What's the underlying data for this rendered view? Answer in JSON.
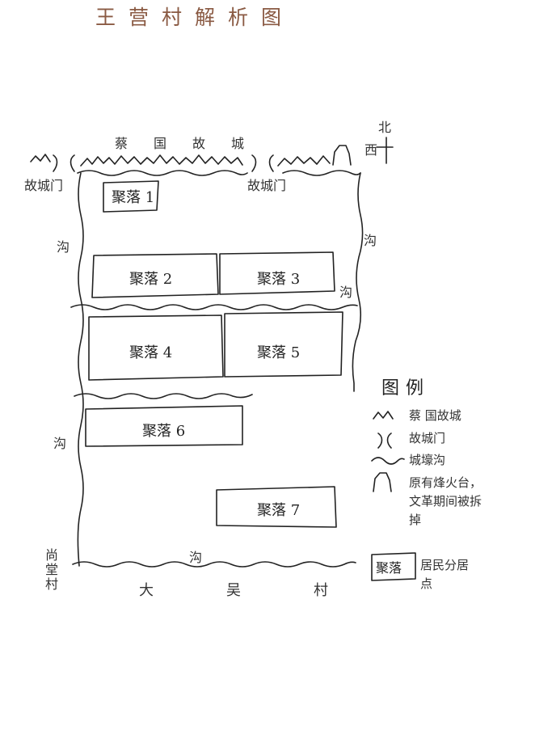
{
  "title": "王营村解析图",
  "compass": {
    "north": "北",
    "west": "西"
  },
  "labels": {
    "city": "蔡　　国　　故　　城",
    "gate_left": "故城门",
    "gate_right": "故城门",
    "moat_left_top": "沟",
    "moat_left_bottom": "沟",
    "moat_right_top": "沟",
    "moat_right_mid": "沟",
    "moat_bottom": "沟",
    "village_left": "尚堂村",
    "village_bottom": "大　　　　　吴　　　　　村"
  },
  "settlements": [
    {
      "id": 1,
      "label": "聚落 1"
    },
    {
      "id": 2,
      "label": "聚落 2"
    },
    {
      "id": 3,
      "label": "聚落 3"
    },
    {
      "id": 4,
      "label": "聚落 4"
    },
    {
      "id": 5,
      "label": "聚落 5"
    },
    {
      "id": 6,
      "label": "聚落 6"
    },
    {
      "id": 7,
      "label": "聚落 7"
    }
  ],
  "legend": {
    "title": "图例",
    "items": [
      {
        "symbol": "city-wall-icon",
        "text": "蔡 国故城"
      },
      {
        "symbol": "gate-icon",
        "text": "故城门"
      },
      {
        "symbol": "moat-icon",
        "text": "城壕沟"
      },
      {
        "symbol": "beacon-tower-icon",
        "text": "原有烽火台，文革期间被拆掉"
      },
      {
        "symbol": "settlement-icon",
        "symbol_text": "聚落",
        "text": "居民分居点"
      }
    ]
  }
}
